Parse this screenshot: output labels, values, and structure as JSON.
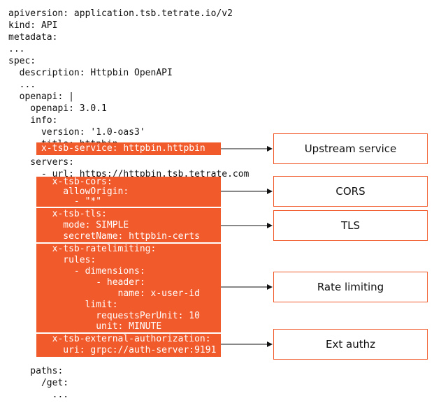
{
  "code_top": [
    "apiversion: application.tsb.tetrate.io/v2",
    "kind: API",
    "metadata:",
    "...",
    "spec:",
    "  description: Httpbin OpenAPI",
    "  ...",
    "  openapi: |",
    "    openapi: 3.0.1",
    "    info:",
    "      version: '1.0-oas3'",
    "      title: httpbin"
  ],
  "service_line": "      x-tsb-service: httpbin.httpbin",
  "servers_lines": [
    "    servers:",
    "      - url: https://httpbin.tsb.tetrate.com"
  ],
  "cors_lines": [
    "        x-tsb-cors:",
    "          allowOrigin:",
    "            - \"*\""
  ],
  "tls_lines": [
    "        x-tsb-tls:",
    "          mode: SIMPLE",
    "          secretName: httpbin-certs"
  ],
  "ratelimit_lines": [
    "        x-tsb-ratelimiting:",
    "          rules:",
    "            - dimensions:",
    "                - header:",
    "                    name: x-user-id",
    "              limit:",
    "                requestsPerUnit: 10",
    "                unit: MINUTE"
  ],
  "authz_lines": [
    "        x-tsb-external-authorization:",
    "          uri: grpc://auth-server:9191"
  ],
  "code_bottom": [
    "    paths:",
    "      /get:",
    "        ..."
  ],
  "labels": {
    "upstream": "Upstream service",
    "cors": "CORS",
    "tls": "TLS",
    "ratelimit": "Rate limiting",
    "authz": "Ext authz"
  },
  "colors": {
    "accent": "#f15a2b",
    "text": "#111111",
    "highlight_text": "#ffffff"
  }
}
